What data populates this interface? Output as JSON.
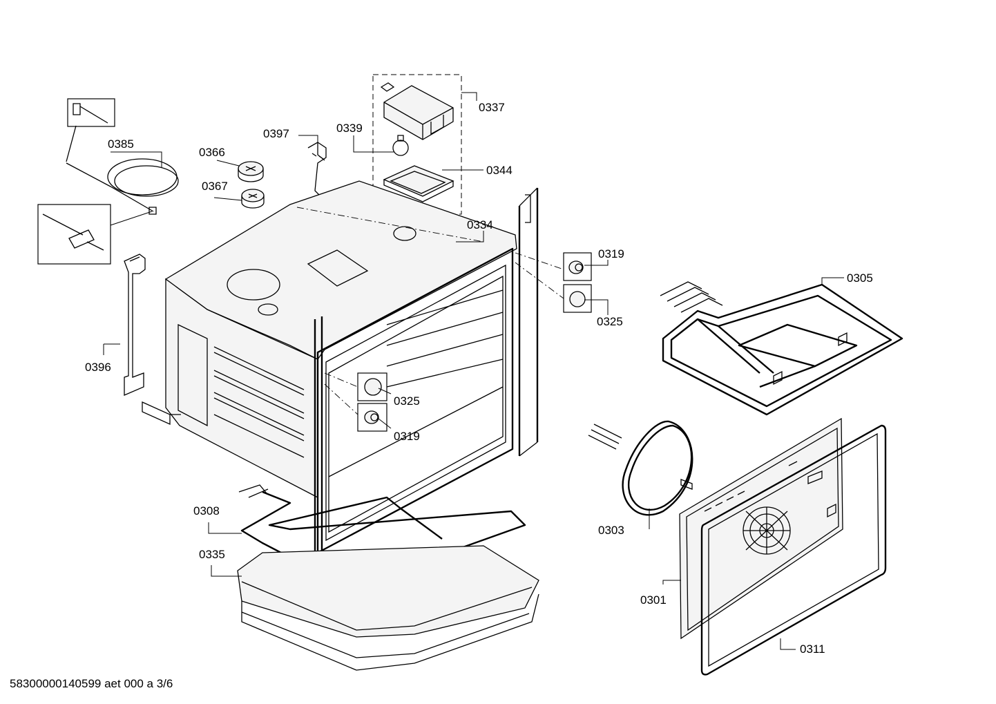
{
  "diagram": {
    "footer": "58300000140599 aet 000 a 3/6",
    "labels": {
      "p0385": "0385",
      "p0366": "0366",
      "p0367": "0367",
      "p0397": "0397",
      "p0339": "0339",
      "p0337": "0337",
      "p0344": "0344",
      "p0334": "0334",
      "p0319_right": "0319",
      "p0325_right": "0325",
      "p0305": "0305",
      "p0396": "0396",
      "p0325_center": "0325",
      "p0319_center": "0319",
      "p0308": "0308",
      "p0335": "0335",
      "p0303": "0303",
      "p0301": "0301",
      "p0311": "0311"
    }
  }
}
